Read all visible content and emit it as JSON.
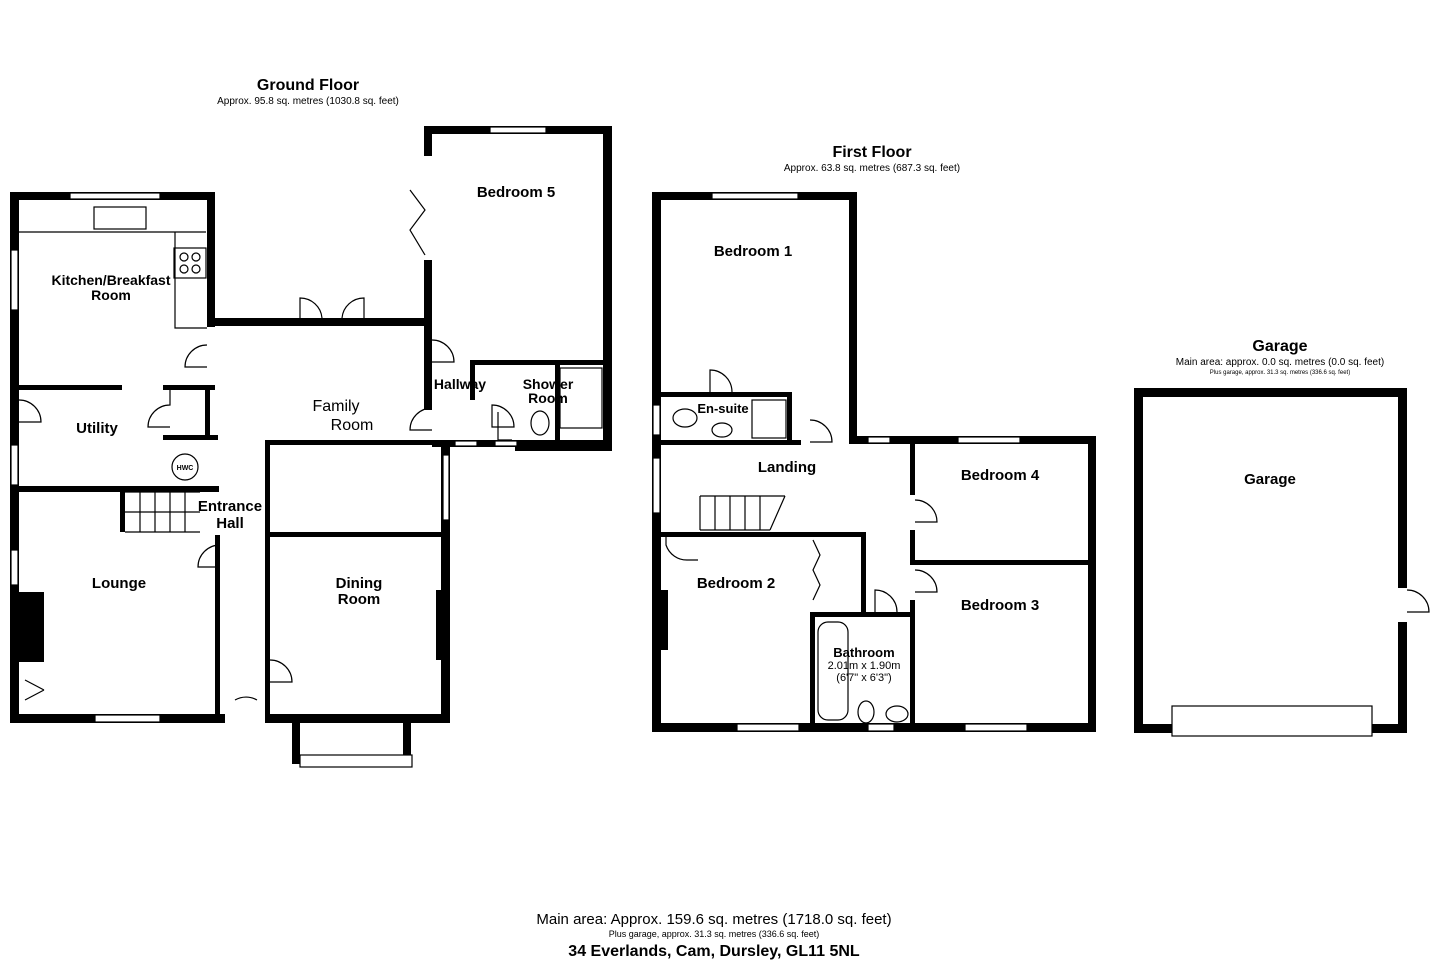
{
  "ground_floor": {
    "title": "Ground Floor",
    "area": "Approx. 95.8 sq. metres (1030.8 sq. feet)",
    "rooms": {
      "kitchen_line1": "Kitchen/Breakfast",
      "kitchen_line2": "Room",
      "utility": "Utility",
      "lounge": "Lounge",
      "family_line1": "Family",
      "family_line2": "Room",
      "entrance_line1": "Entrance",
      "entrance_line2": "Hall",
      "dining_line1": "Dining",
      "dining_line2": "Room",
      "hallway": "Hallway",
      "shower_line1": "Shower",
      "shower_line2": "Room",
      "bedroom5": "Bedroom 5",
      "hwc": "HWC"
    }
  },
  "first_floor": {
    "title": "First Floor",
    "area": "Approx. 63.8 sq. metres (687.3 sq. feet)",
    "rooms": {
      "bedroom1": "Bedroom 1",
      "ensuite": "En-suite",
      "landing": "Landing",
      "bedroom2": "Bedroom 2",
      "bedroom3": "Bedroom 3",
      "bedroom4": "Bedroom 4",
      "bathroom": "Bathroom",
      "bathroom_dim1": "2.01m x 1.90m",
      "bathroom_dim2": "(6'7\" x 6'3\")"
    }
  },
  "garage": {
    "title": "Garage",
    "area": "Main area: approx. 0.0 sq. metres (0.0 sq. feet)",
    "plus": "Plus garage, approx. 31.3 sq. metres (336.6 sq. feet)",
    "room": "Garage"
  },
  "footer": {
    "main": "Main area: Approx. 159.6 sq. metres (1718.0 sq. feet)",
    "plus": "Plus garage, approx. 31.3 sq. metres (336.6 sq. feet)",
    "address": "34 Everlands, Cam, Dursley, GL11 5NL"
  }
}
